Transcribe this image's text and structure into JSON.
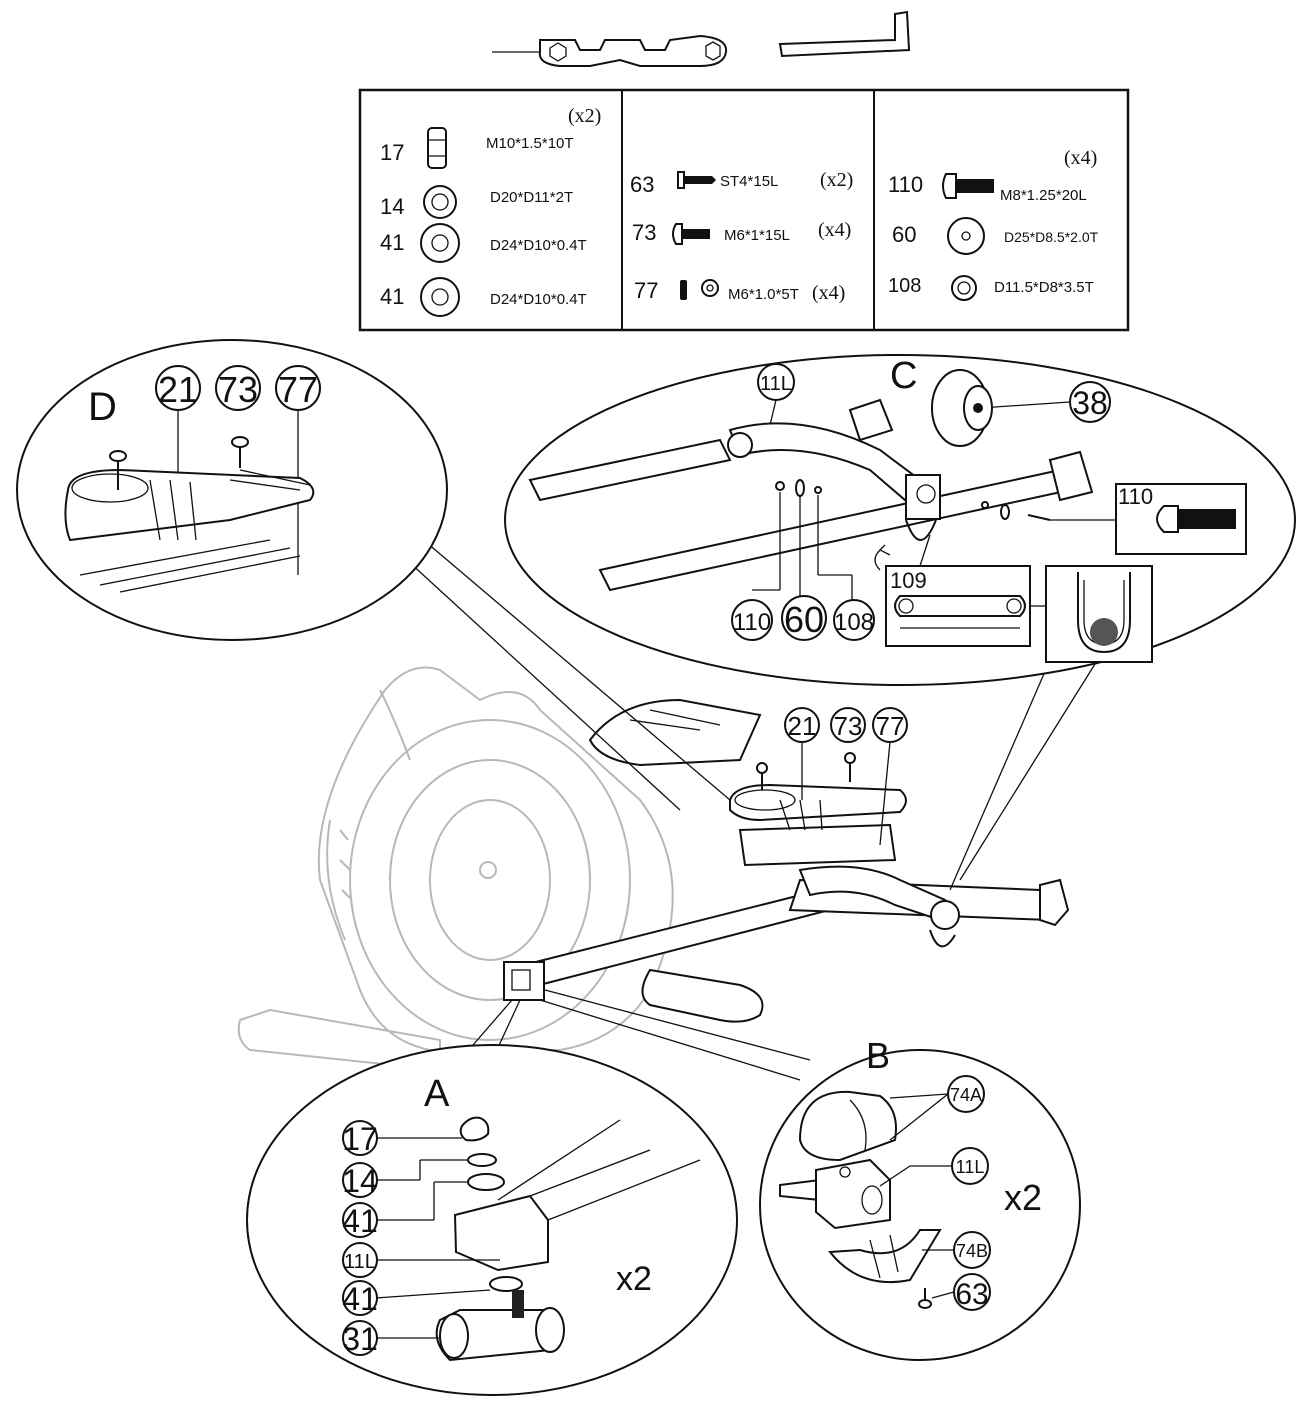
{
  "hardware_table": {
    "col1": {
      "qty": "(x2)",
      "rows": [
        {
          "part": "17",
          "spec": "M10*1.5*10T"
        },
        {
          "part": "14",
          "spec": "D20*D11*2T"
        },
        {
          "part": "41",
          "spec": "D24*D10*0.4T"
        },
        {
          "part": "41",
          "spec": "D24*D10*0.4T"
        }
      ]
    },
    "col2": {
      "rows": [
        {
          "part": "63",
          "spec": "ST4*15L",
          "qty": "(x2)"
        },
        {
          "part": "73",
          "spec": "M6*1*15L",
          "qty": "(x4)"
        },
        {
          "part": "77",
          "spec": "M6*1.0*5T",
          "qty": "(x4)"
        }
      ]
    },
    "col3": {
      "qty": "(x4)",
      "rows": [
        {
          "part": "110",
          "spec": "M8*1.25*20L"
        },
        {
          "part": "60",
          "spec": "D25*D8.5*2.0T"
        },
        {
          "part": "108",
          "spec": "D11.5*D8*3.5T"
        }
      ]
    }
  },
  "detail_d": {
    "letter": "D",
    "callouts": [
      "21",
      "73",
      "77"
    ]
  },
  "detail_c": {
    "letter": "C",
    "callouts": {
      "arm": "11L",
      "wheel": "38",
      "bolt": "110",
      "bolt_b": "110",
      "washer": "60",
      "spacer": "108",
      "bracket": "109"
    }
  },
  "main_view": {
    "callouts": [
      "21",
      "73",
      "77"
    ]
  },
  "detail_a": {
    "letter": "A",
    "callouts": [
      "17",
      "14",
      "41",
      "11L",
      "41",
      "31"
    ],
    "qty": "x2"
  },
  "detail_b": {
    "letter": "B",
    "callouts": [
      "74A",
      "11L",
      "74B",
      "63"
    ],
    "qty": "x2"
  }
}
